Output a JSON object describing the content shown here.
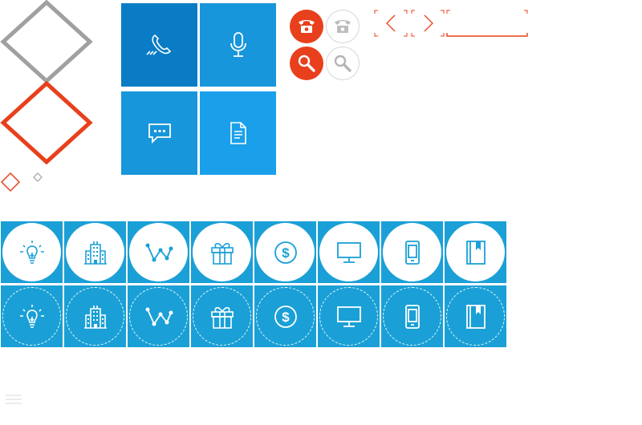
{
  "colors": {
    "accent_red": "#e8401c",
    "grey": "#a0a0a0",
    "tile_dark": "#0a7cc5",
    "tile_mid": "#1796db",
    "tile_light": "#1aa0ea",
    "grid_bg": "#1aa0d6"
  },
  "shapes": [
    "diamond-grey",
    "diamond-red",
    "diamond-small-red",
    "diamond-mini-grey"
  ],
  "tiles": [
    {
      "icon": "phone-icon"
    },
    {
      "icon": "microphone-icon"
    },
    {
      "icon": "chat-icon"
    },
    {
      "icon": "document-icon"
    }
  ],
  "round_buttons": [
    {
      "icon": "phone-icon",
      "variant": "active"
    },
    {
      "icon": "phone-icon",
      "variant": "inactive"
    },
    {
      "icon": "search-icon",
      "variant": "active"
    },
    {
      "icon": "search-icon",
      "variant": "inactive"
    }
  ],
  "nav": [
    "chevron-left-icon",
    "chevron-right-icon"
  ],
  "icon_grid": {
    "rows": [
      "filled",
      "outlined"
    ],
    "icons": [
      "lightbulb-icon",
      "building-icon",
      "chart-line-icon",
      "gift-icon",
      "dollar-icon",
      "monitor-icon",
      "phone-device-icon",
      "bookmark-icon"
    ]
  },
  "bottom": {
    "icon": "menu-icon"
  }
}
